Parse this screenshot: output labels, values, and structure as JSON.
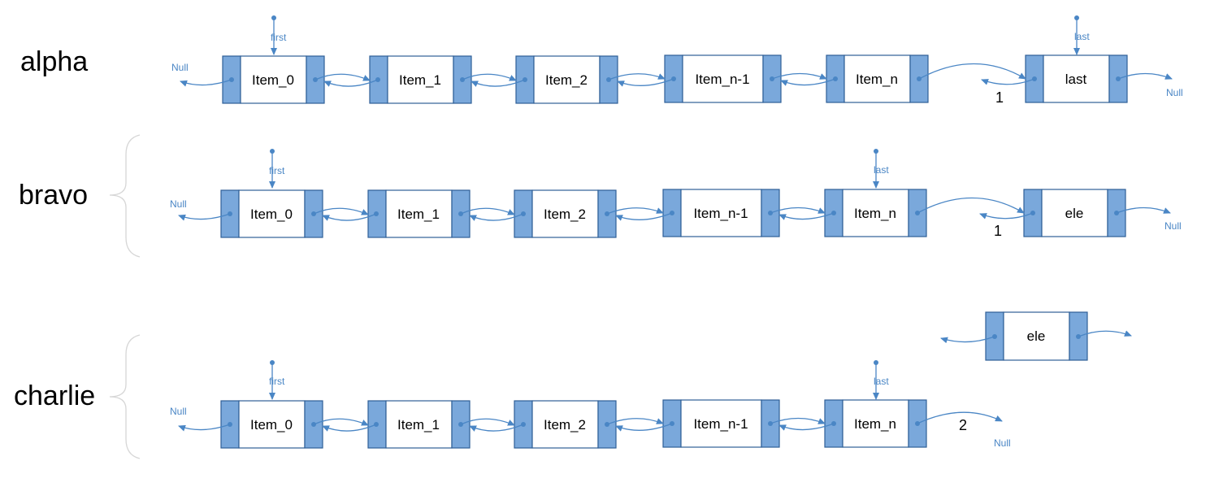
{
  "rows": [
    {
      "label": "alpha",
      "nodes": [
        "Item_0",
        "Item_1",
        "Item_2",
        "Item_n-1",
        "Item_n",
        "last"
      ],
      "first_pointer": "first",
      "last_pointer": "last",
      "null_left": "Null",
      "null_right": "Null",
      "step": "1"
    },
    {
      "label": "bravo",
      "nodes": [
        "Item_0",
        "Item_1",
        "Item_2",
        "Item_n-1",
        "Item_n",
        "ele"
      ],
      "first_pointer": "first",
      "last_pointer": "last",
      "null_left": "Null",
      "null_right": "Null",
      "step": "1"
    },
    {
      "label": "charlie",
      "nodes": [
        "Item_0",
        "Item_1",
        "Item_2",
        "Item_n-1",
        "Item_n"
      ],
      "first_pointer": "first",
      "last_pointer": "last",
      "null_left": "Null",
      "null_right": "Null",
      "step": "2",
      "detached_node": "ele"
    }
  ],
  "colors": {
    "node_fill": "#7aa8db",
    "node_border": "#2f5f96",
    "arrow": "#4a86c5",
    "brace": "#d6d6d6"
  }
}
